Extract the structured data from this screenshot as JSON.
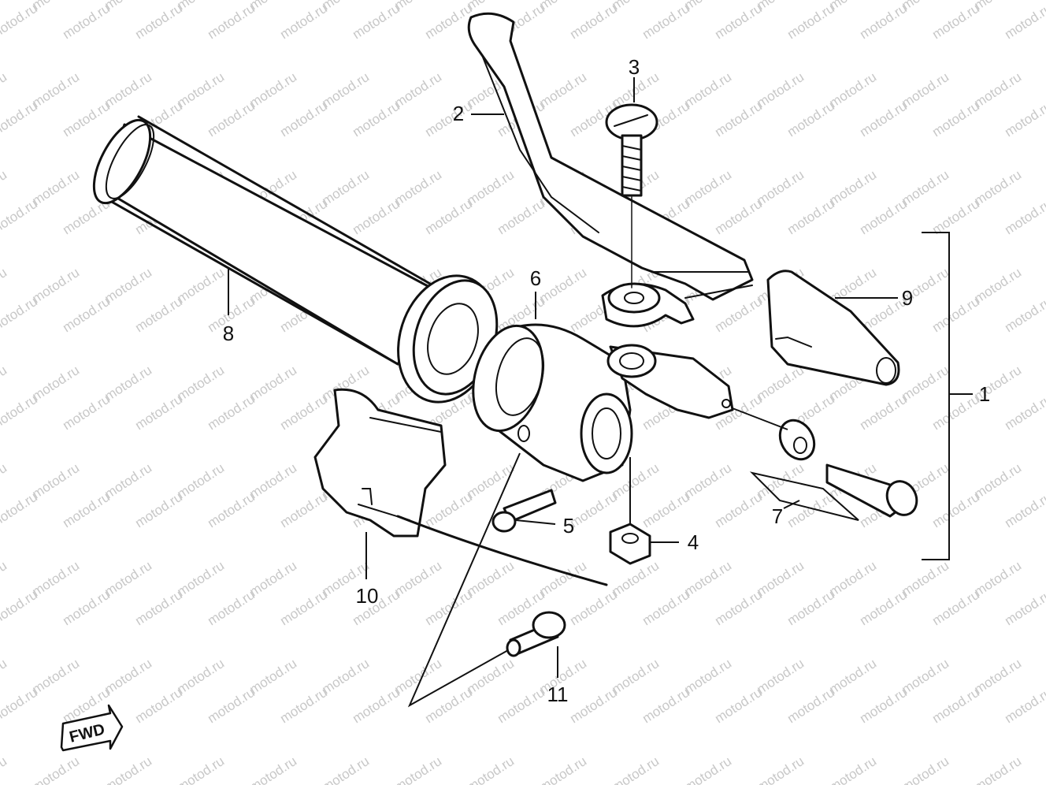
{
  "watermark": "motod.ru",
  "callouts": {
    "c1": "1",
    "c2": "2",
    "c3": "3",
    "c4": "4",
    "c5": "5",
    "c6": "6",
    "c7": "7",
    "c8": "8",
    "c9": "9",
    "c10": "10",
    "c11": "11"
  },
  "fwd_badge": "FWD"
}
